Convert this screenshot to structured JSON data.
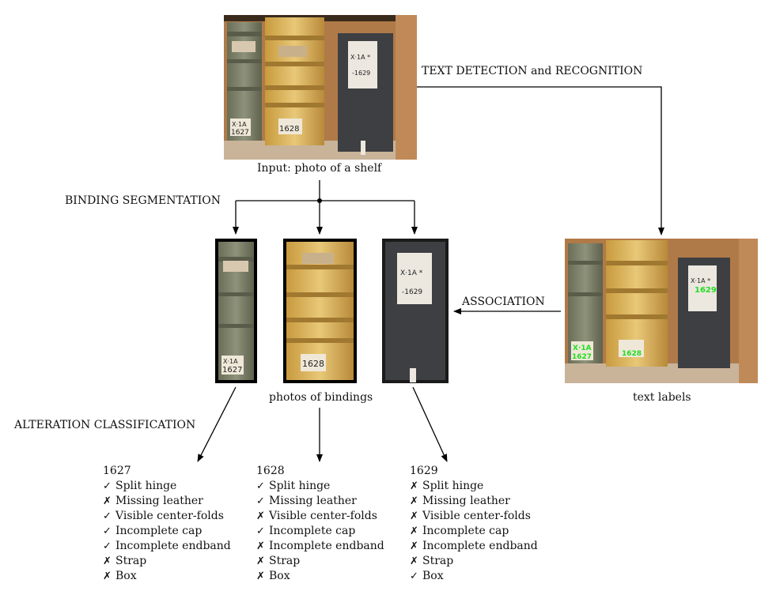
{
  "labels": {
    "input_caption": "Input: photo of a shelf",
    "text_detection": "TEXT DETECTION and RECOGNITION",
    "binding_segmentation": "BINDING SEGMENTATION",
    "association": "ASSOCIATION",
    "bindings_caption": "photos of bindings",
    "text_labels_caption": "text labels",
    "alteration_classification": "ALTERATION CLASSIFICATION"
  },
  "book_labels": {
    "b1": "1627",
    "b2": "1628",
    "b3_top": "X·1A *",
    "b3_bottom": "-1629",
    "b1_top": "X·1A",
    "detected_1627": "1627",
    "detected_1628": "1628",
    "detected_1629": "1629"
  },
  "colors": {
    "detected_text": "#22dd22"
  },
  "marks": {
    "yes": "✓",
    "no": "✗"
  },
  "results": [
    {
      "id": "1627",
      "items": [
        {
          "label": "Split hinge",
          "present": true
        },
        {
          "label": "Missing leather",
          "present": false
        },
        {
          "label": "Visible center-folds",
          "present": true
        },
        {
          "label": "Incomplete cap",
          "present": true
        },
        {
          "label": "Incomplete endband",
          "present": true
        },
        {
          "label": "Strap",
          "present": false
        },
        {
          "label": "Box",
          "present": false
        }
      ]
    },
    {
      "id": "1628",
      "items": [
        {
          "label": "Split hinge",
          "present": true
        },
        {
          "label": "Missing leather",
          "present": true
        },
        {
          "label": "Visible center-folds",
          "present": false
        },
        {
          "label": "Incomplete cap",
          "present": true
        },
        {
          "label": "Incomplete endband",
          "present": false
        },
        {
          "label": "Strap",
          "present": false
        },
        {
          "label": "Box",
          "present": false
        }
      ]
    },
    {
      "id": "1629",
      "items": [
        {
          "label": "Split hinge",
          "present": false
        },
        {
          "label": "Missing leather",
          "present": false
        },
        {
          "label": "Visible center-folds",
          "present": false
        },
        {
          "label": "Incomplete cap",
          "present": false
        },
        {
          "label": "Incomplete endband",
          "present": false
        },
        {
          "label": "Strap",
          "present": false
        },
        {
          "label": "Box",
          "present": true
        }
      ]
    }
  ]
}
